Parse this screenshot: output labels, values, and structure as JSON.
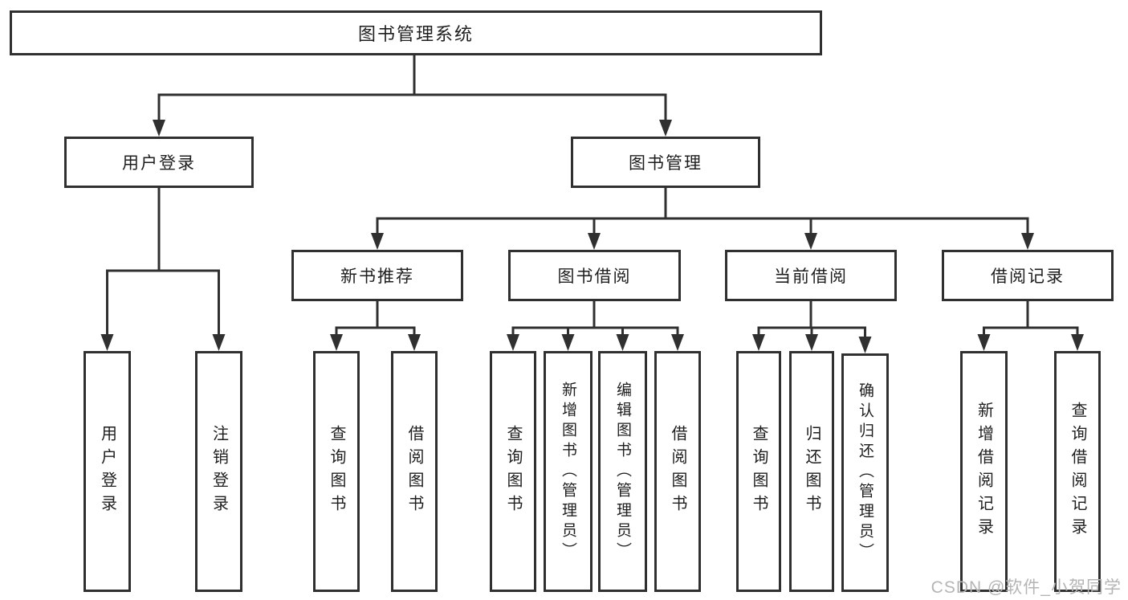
{
  "diagram": {
    "colors": {
      "line": "#303030",
      "box_border": "#303030",
      "box_fill": "#ffffff",
      "text": "#1e1e1e",
      "watermark": "#b5b5b5",
      "background": "#ffffff"
    },
    "tree": {
      "root": {
        "label": "图书管理系统",
        "children": [
          {
            "label": "用户登录",
            "children": [
              {
                "label": "用户登录"
              },
              {
                "label": "注销登录"
              }
            ]
          },
          {
            "label": "图书管理",
            "children": [
              {
                "label": "新书推荐",
                "children": [
                  {
                    "label": "查询图书"
                  },
                  {
                    "label": "借阅图书"
                  }
                ]
              },
              {
                "label": "图书借阅",
                "children": [
                  {
                    "label": "查询图书"
                  },
                  {
                    "label": "新增图书（管理员）"
                  },
                  {
                    "label": "编辑图书（管理员）"
                  },
                  {
                    "label": "借阅图书"
                  }
                ]
              },
              {
                "label": "当前借阅",
                "children": [
                  {
                    "label": "查询图书"
                  },
                  {
                    "label": "归还图书"
                  },
                  {
                    "label": "确认归还（管理员）"
                  }
                ]
              },
              {
                "label": "借阅记录",
                "children": [
                  {
                    "label": "新增借阅记录"
                  },
                  {
                    "label": "查询借阅记录"
                  }
                ]
              }
            ]
          }
        ]
      }
    },
    "watermark": {
      "text": "CSDN @软件_小贺同学"
    }
  }
}
